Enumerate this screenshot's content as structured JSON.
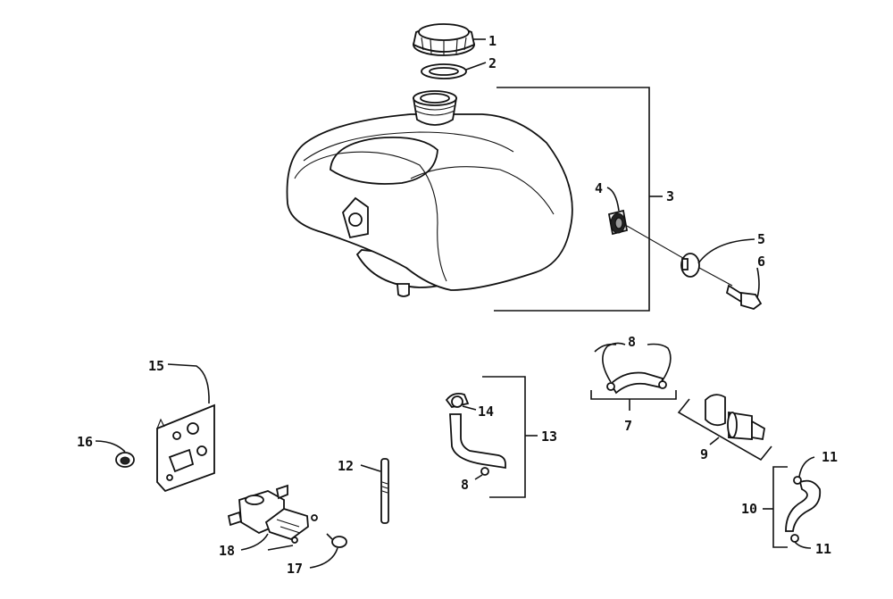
{
  "callouts": {
    "c1": "1",
    "c2": "2",
    "c3": "3",
    "c4": "4",
    "c5": "5",
    "c6": "6",
    "c7": "7",
    "c8a": "8",
    "c8b": "8",
    "c9": "9",
    "c10": "10",
    "c11a": "11",
    "c11b": "11",
    "c12": "12",
    "c13": "13",
    "c14": "14",
    "c15": "15",
    "c16": "16",
    "c17": "17",
    "c18": "18"
  },
  "colors": {
    "line": "#111111",
    "background": "#ffffff"
  }
}
